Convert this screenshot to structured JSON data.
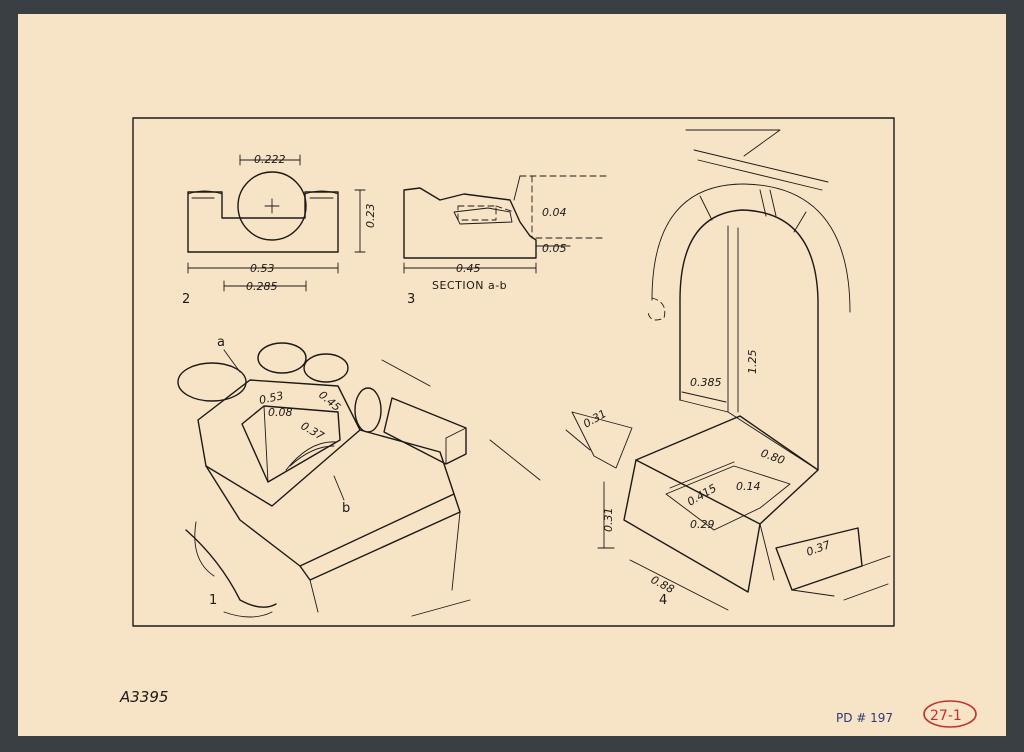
{
  "colors": {
    "paper": "#f7e3c6",
    "background": "#3a3f44",
    "ink": "#1d1a16",
    "stamp_blue": "#2e3a78",
    "stamp_red": "#c0312d"
  },
  "fig2": {
    "number": "2",
    "dim_top": "0.222",
    "dim_height": "0.23",
    "dim_width": "0.53",
    "dim_inner": "0.285"
  },
  "fig3": {
    "number": "3",
    "caption": "SECTION a-b",
    "dim_width": "0.45",
    "dim_lip": "0.04",
    "dim_step": "0.05"
  },
  "fig1": {
    "number": "1",
    "label_a": "a",
    "label_b": "b",
    "dim_length": "0.53",
    "dim_width": "0.45",
    "dim_depth": "0.08",
    "dim_inner": "0.37"
  },
  "fig4": {
    "number": "4",
    "dim_arch_height": "1.25",
    "dim_jamb": "0.385",
    "dim_step_left": "0.31",
    "dim_height_left": "0.31",
    "dim_top": "0.80",
    "dim_a": "0.14",
    "dim_b": "0.415",
    "dim_c": "0.29",
    "dim_front": "0.88",
    "dim_step_right": "0.37"
  },
  "notes": {
    "catalog_number": "A3395",
    "pd_number": "PD # 197",
    "circled_number": "27-1"
  }
}
